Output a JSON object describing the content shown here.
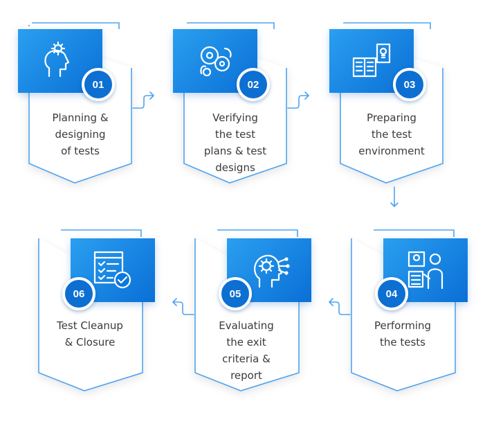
{
  "steps": [
    {
      "number": "01",
      "label": "Planning &\ndesigning\nof tests",
      "icon": "head-gear-icon"
    },
    {
      "number": "02",
      "label": "Verifying\nthe test\nplans & test\ndesigns",
      "icon": "brain-gears-icon"
    },
    {
      "number": "03",
      "label": "Preparing\nthe test\nenvironment",
      "icon": "book-lightbulb-icon"
    },
    {
      "number": "04",
      "label": "Performing\nthe tests",
      "icon": "server-person-icon"
    },
    {
      "number": "05",
      "label": "Evaluating\nthe exit\ncriteria &\nreport",
      "icon": "ai-head-icon"
    },
    {
      "number": "06",
      "label": "Test Cleanup\n& Closure",
      "icon": "checklist-icon"
    }
  ],
  "colors": {
    "accent": "#0d6fd1",
    "accent_light": "#2a9ff0",
    "outline": "#4da3f0",
    "text": "#3a3a3a",
    "card_bg": "#ffffff"
  }
}
